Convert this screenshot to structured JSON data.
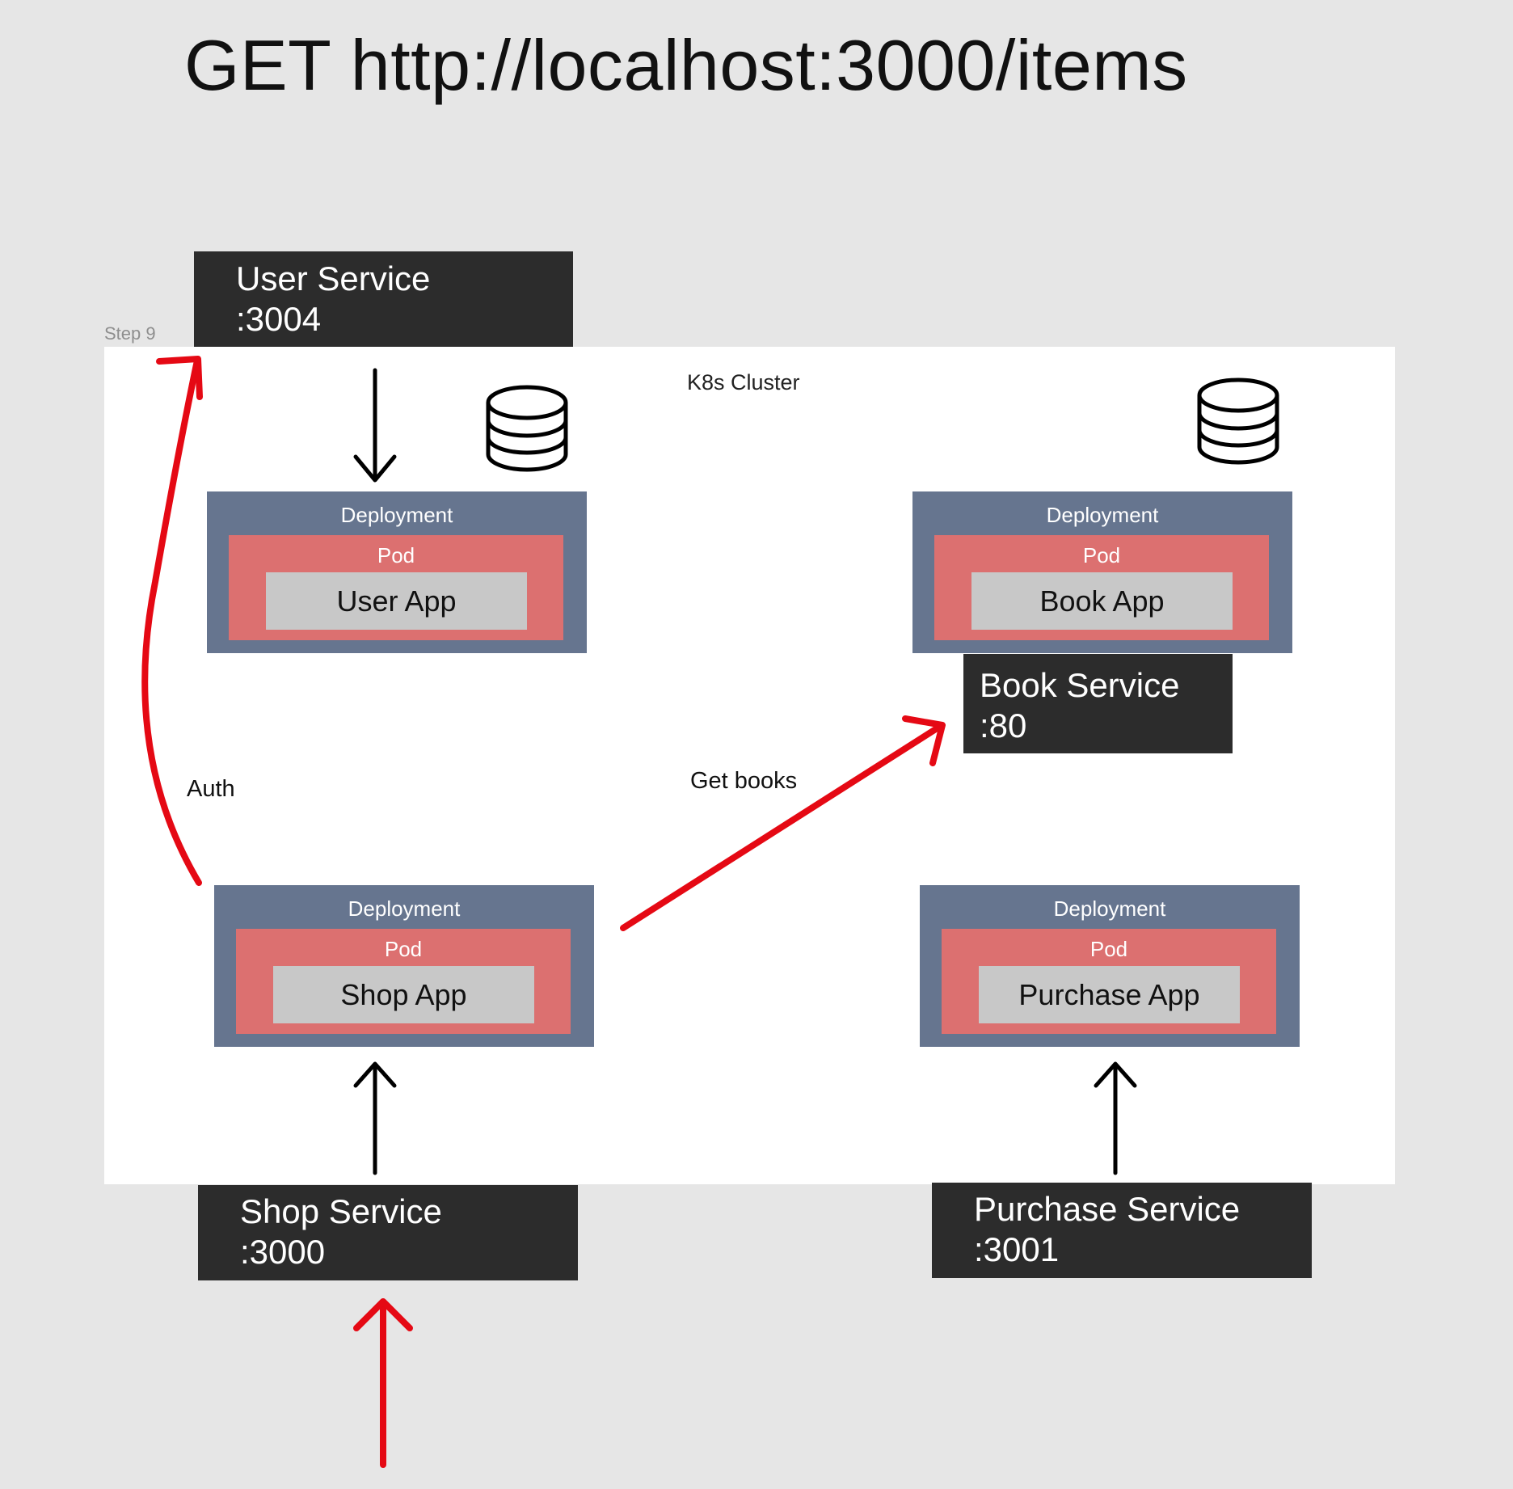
{
  "title": "GET http://localhost:3000/items",
  "step_label": "Step 9",
  "cluster_label": "K8s Cluster",
  "flow_labels": {
    "auth": "Auth",
    "get_books": "Get books"
  },
  "services": {
    "user": {
      "name": "User Service",
      "port": ":3004"
    },
    "book": {
      "name": "Book Service",
      "port": ":80"
    },
    "shop": {
      "name": "Shop Service",
      "port": ":3000"
    },
    "purchase": {
      "name": "Purchase Service",
      "port": ":3001"
    }
  },
  "deployments": {
    "user": {
      "deployment": "Deployment",
      "pod": "Pod",
      "app": "User App"
    },
    "book": {
      "deployment": "Deployment",
      "pod": "Pod",
      "app": "Book App"
    },
    "shop": {
      "deployment": "Deployment",
      "pod": "Pod",
      "app": "Shop App"
    },
    "purchase": {
      "deployment": "Deployment",
      "pod": "Pod",
      "app": "Purchase App"
    }
  },
  "colors": {
    "background": "#e6e6e6",
    "cluster": "#ffffff",
    "service": "#2c2c2c",
    "deployment": "#66758f",
    "pod": "#dc7070",
    "app": "#c8c8c8",
    "request_arrow": "#e50914",
    "arrow": "#000000"
  },
  "icons": {
    "user_db": "database-icon",
    "book_db": "database-icon"
  }
}
